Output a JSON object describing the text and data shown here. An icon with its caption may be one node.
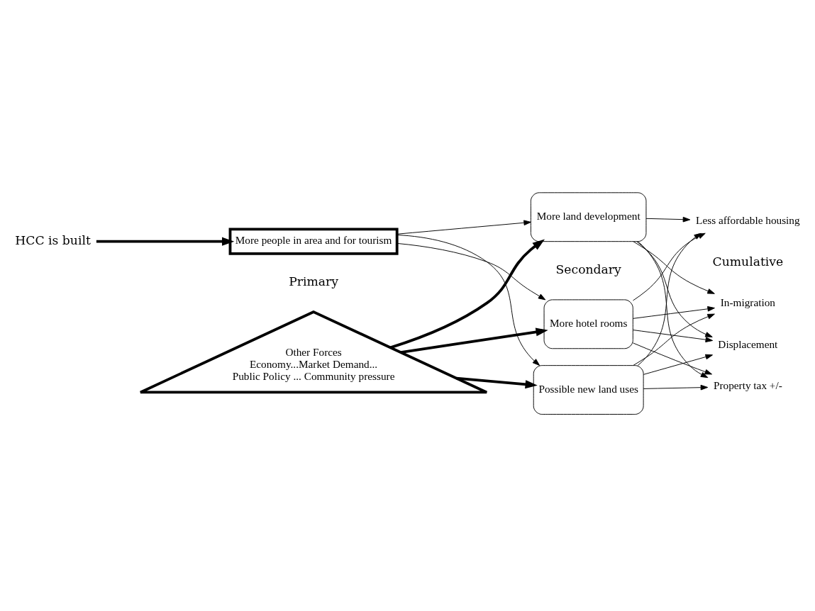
{
  "diagram": {
    "nodes": [
      {
        "text": [
          "HCC is built"
        ]
      },
      {
        "text": [
          "More people in area and for tourism"
        ]
      },
      {
        "text": [
          "Other Forces",
          "Economy...Market Demand...",
          "Public Policy ... Community pressure"
        ]
      },
      {
        "text": [
          "More hotel rooms"
        ]
      },
      {
        "text": [
          "More land development"
        ]
      },
      {
        "text": [
          "Possible new land uses"
        ]
      },
      {
        "text": [
          "Displacement"
        ]
      },
      {
        "text": [
          "Property tax +/-"
        ]
      },
      {
        "text": [
          "Less affordable housing"
        ]
      },
      {
        "text": [
          "In-migration"
        ]
      }
    ],
    "edges": [
      {
        "from": 0,
        "to": 1,
        "arrow": "to",
        "style": "thick"
      },
      {
        "from": 1,
        "to": 3,
        "arrow": "to"
      },
      {
        "from": 1,
        "to": 4,
        "arrow": "to"
      },
      {
        "from": 1,
        "to": 5,
        "arrow": "to"
      },
      {
        "from": 2,
        "to": 5,
        "arrow": "to",
        "style": "thick"
      },
      {
        "from": 2,
        "to": 3,
        "arrow": "to",
        "style": "thick"
      },
      {
        "from": 2,
        "to": 4,
        "arrow": "to",
        "style": "thick"
      },
      {
        "from": 3,
        "to": 6,
        "arrow": "to"
      },
      {
        "from": 3,
        "to": 7,
        "arrow": "to"
      },
      {
        "from": 3,
        "to": 8,
        "arrow": "to"
      },
      {
        "from": 3,
        "to": 9,
        "arrow": "to"
      },
      {
        "from": 4,
        "to": 6,
        "arrow": "to"
      },
      {
        "from": 4,
        "to": 7,
        "arrow": "to"
      },
      {
        "from": 4,
        "to": 8,
        "arrow": "to"
      },
      {
        "from": 4,
        "to": 9,
        "arrow": "to"
      },
      {
        "from": 5,
        "to": 6,
        "arrow": "to"
      },
      {
        "from": 5,
        "to": 7,
        "arrow": "to"
      },
      {
        "from": 5,
        "to": 8,
        "arrow": "to"
      },
      {
        "from": 5,
        "to": 9,
        "arrow": "to"
      }
    ],
    "labels": [
      "Primary",
      "Secondary",
      "Cumulative"
    ]
  }
}
